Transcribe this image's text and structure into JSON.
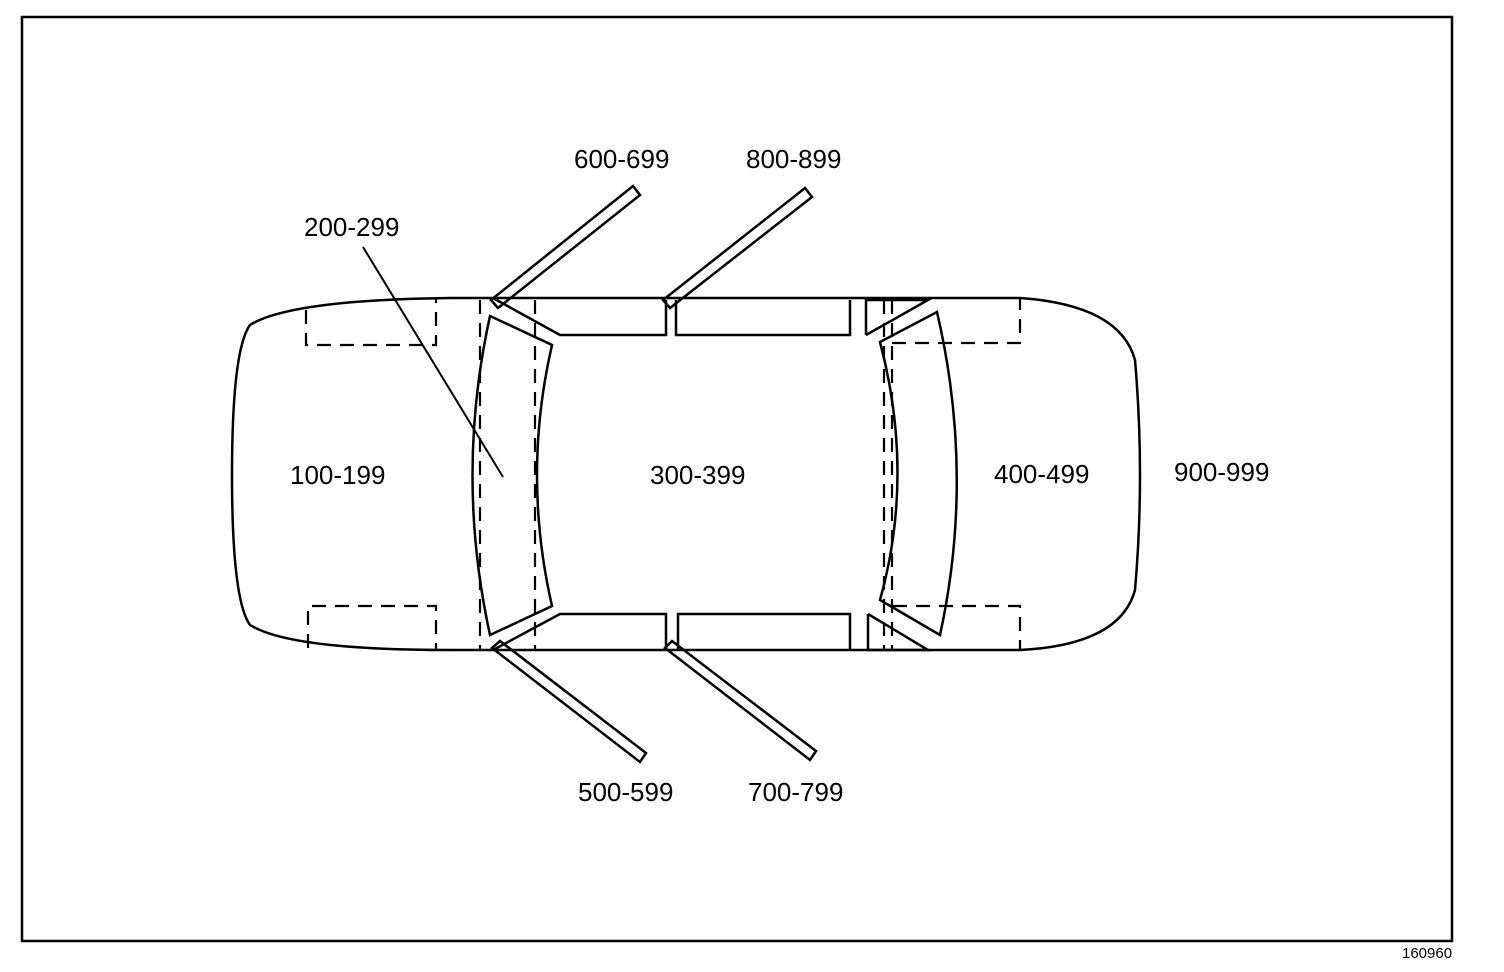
{
  "diagram": {
    "zones": {
      "front": "100-199",
      "windshield": "200-299",
      "cabin": "300-399",
      "rear": "400-499",
      "left_front_door": "500-599",
      "right_front_door": "600-699",
      "left_rear_door": "700-799",
      "right_rear_door": "800-899",
      "exterior": "900-999"
    },
    "figure_number": "160960",
    "colors": {
      "ink": "#000000",
      "background": "#ffffff"
    }
  }
}
